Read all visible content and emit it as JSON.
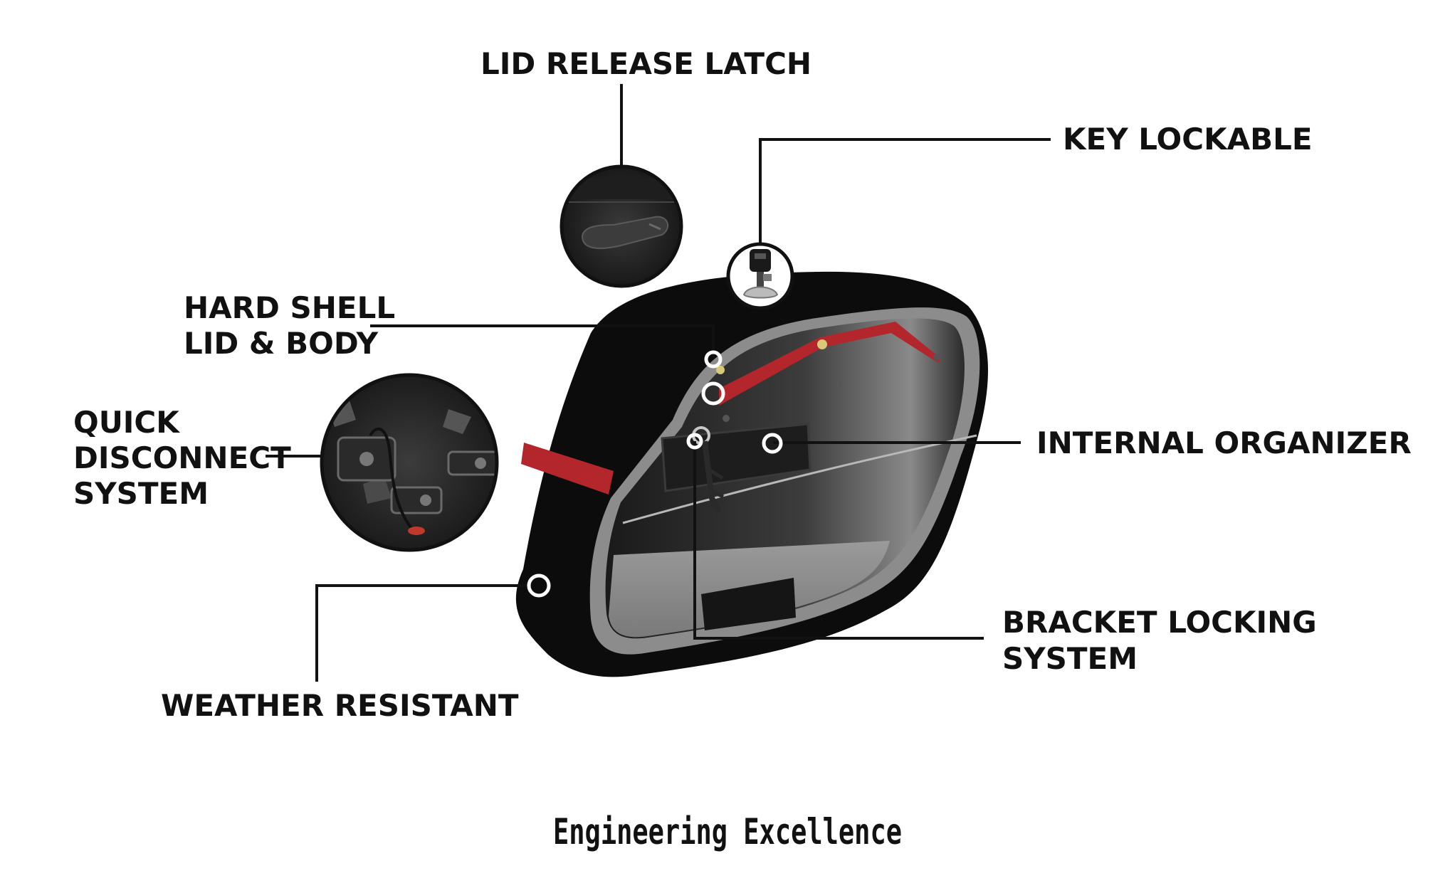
{
  "labels": {
    "lid_release_latch": "LID RELEASE LATCH",
    "key_lockable": "KEY LOCKABLE",
    "hard_shell_line1": "HARD SHELL",
    "hard_shell_line2": "LID & BODY",
    "quick_disconnect_line1": "QUICK",
    "quick_disconnect_line2": "DISCONNECT",
    "quick_disconnect_line3": "SYSTEM",
    "internal_organizer": "INTERNAL ORGANIZER",
    "bracket_locking_line1": "BRACKET LOCKING",
    "bracket_locking_line2": "SYSTEM",
    "weather_resistant": "WEATHER RESISTANT"
  },
  "caption": "Engineering Excellence",
  "colors": {
    "shell": "#0c0c0c",
    "trim_gray": "#8a8a8a",
    "accent_red": "#b3262c",
    "leader": "#111111",
    "background": "#ffffff"
  }
}
